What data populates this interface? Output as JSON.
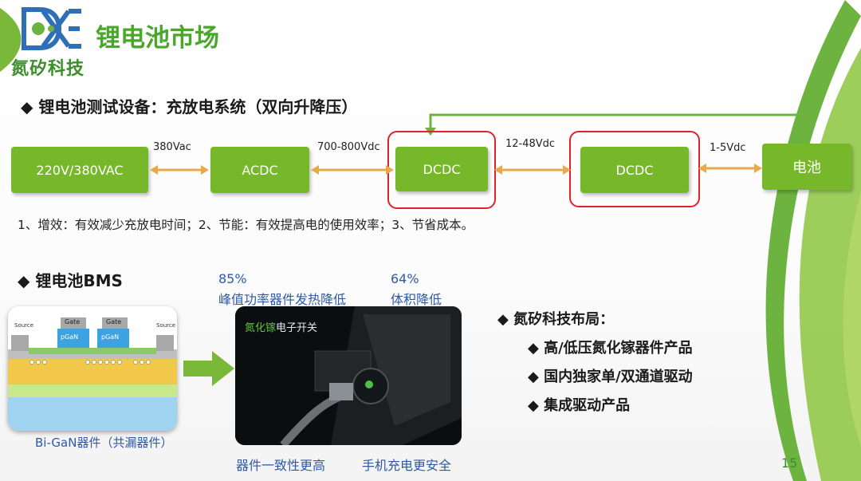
{
  "header": {
    "logo_text": "氮矽科技",
    "title": "锂电池市场"
  },
  "section1": {
    "heading": "◆ 锂电池测试设备：充放电系统（双向升降压）",
    "boxes": [
      "220V/380VAC",
      "ACDC",
      "DCDC",
      "DCDC",
      "电池"
    ],
    "voltages": [
      "380Vac",
      "700-800Vdc",
      "12-48Vdc",
      "1-5Vdc"
    ],
    "note": "1、增效：有效减少充放电时间；2、节能：有效提高电的使用效率；3、节省成本。"
  },
  "section2": {
    "heading": "◆ 锂电池BMS",
    "stat1_value": "85%",
    "stat1_label": "峰值功率器件发热降低",
    "stat2_value": "64%",
    "stat2_label": "体积降低",
    "gan_caption": "Bi-GaN器件（共漏器件）",
    "gan_labels": {
      "source": "Source",
      "gate": "Gate",
      "pgan": "pGaN"
    },
    "phone_text": "电子开关",
    "phone_text_green": "氮化镓",
    "bottom_left": "器件一致性更高",
    "bottom_right": "手机充电更安全"
  },
  "layout": {
    "heading": "◆ 氮矽科技布局：",
    "items": [
      "◆ 高/低压氮化镓器件产品",
      "◆ 国内独家单/双通道驱动",
      "◆ 集成驱动产品"
    ]
  },
  "page_number": "15",
  "colors": {
    "brand_green": "#76b82a",
    "title_green": "#49a72c",
    "accent_red": "#e0222a",
    "arrow_orange": "#e8a94a",
    "text_blue": "#2f5aa8"
  }
}
